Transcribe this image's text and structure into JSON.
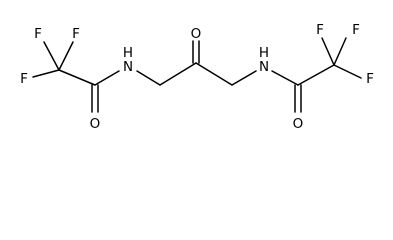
{
  "molecule": {
    "atoms": [
      {
        "id": "F1",
        "label": "F"
      },
      {
        "id": "F2",
        "label": "F"
      },
      {
        "id": "F3",
        "label": "F"
      },
      {
        "id": "O1",
        "label": "O"
      },
      {
        "id": "N1",
        "label": "N"
      },
      {
        "id": "H1",
        "label": "H"
      },
      {
        "id": "O2",
        "label": "O"
      },
      {
        "id": "N2",
        "label": "N"
      },
      {
        "id": "H2",
        "label": "H"
      },
      {
        "id": "F4",
        "label": "F"
      },
      {
        "id": "F5",
        "label": "F"
      },
      {
        "id": "F6",
        "label": "F"
      },
      {
        "id": "O3",
        "label": "O"
      }
    ]
  },
  "colors": {
    "bond": "#000000",
    "label": "#000000",
    "background": "#ffffff"
  }
}
